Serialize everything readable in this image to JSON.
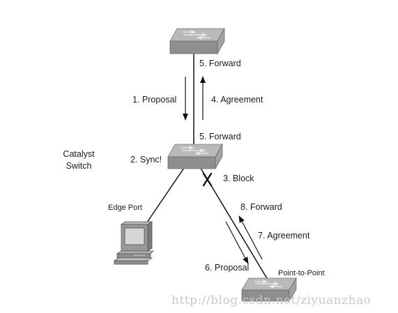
{
  "labels": {
    "top_forward": "5. Forward",
    "proposal_1": "1. Proposal",
    "agreement_4": "4. Agreement",
    "mid_forward": "5. Forward",
    "sync_2": "2. Sync!",
    "catalyst_switch": "Catalyst\nSwitch",
    "block_3": "3. Block",
    "edge_port": "Edge Port",
    "forward_8": "8. Forward",
    "agreement_7": "7. Agreement",
    "proposal_6": "6. Proposal",
    "point_to_point": "Point-to-Point"
  },
  "watermark": "http://blog.csdn.net/ziyuanzhao",
  "icons": {
    "top_switch": "switch-icon",
    "center_switch": "switch-icon",
    "bottom_switch": "switch-icon",
    "pc": "pc-icon",
    "block": "block-x-icon"
  },
  "colors": {
    "switch_top": "#b4b4b4",
    "switch_side": "#8c8c8c",
    "link": "#111111",
    "watermark": "#c8c8c8"
  }
}
